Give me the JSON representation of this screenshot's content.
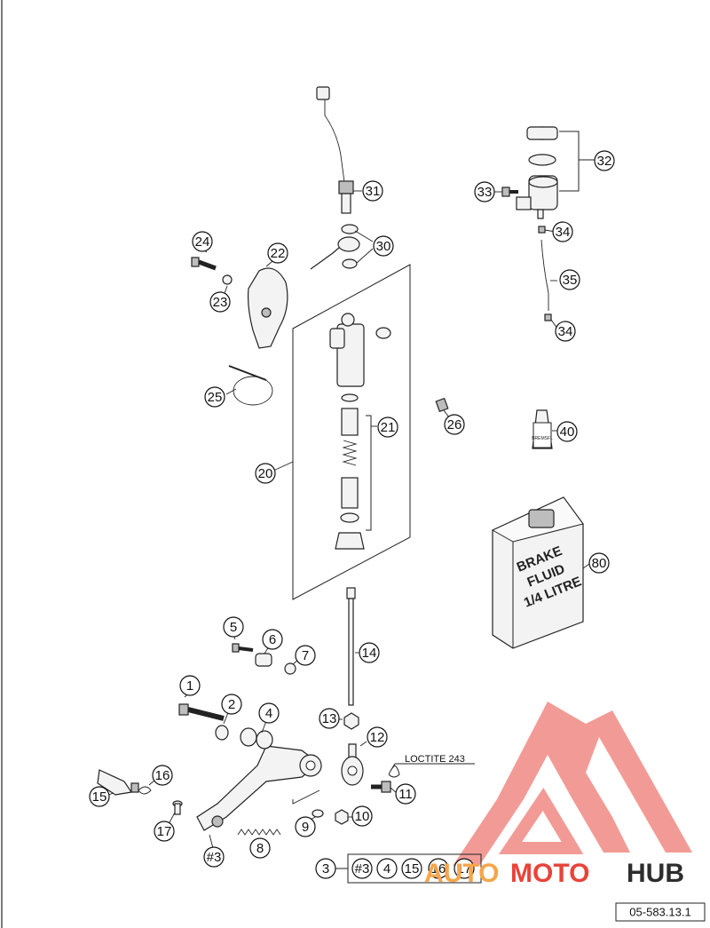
{
  "callouts": [
    "1",
    "2",
    "3",
    "4",
    "5",
    "6",
    "7",
    "8",
    "9",
    "10",
    "11",
    "12",
    "13",
    "14",
    "15",
    "16",
    "17",
    "20",
    "21",
    "22",
    "23",
    "24",
    "25",
    "26",
    "30",
    "31",
    "32",
    "33",
    "34",
    "34",
    "35",
    "40",
    "80",
    "#3"
  ],
  "kit": {
    "number": "3",
    "items": [
      "#3",
      "4",
      "15",
      "16",
      "17"
    ]
  },
  "note": "LOCTITE 243",
  "fluid_label": [
    "BRAKE",
    "FLUID",
    "1/4 LITRE"
  ],
  "bottle_label": "BREMSFL",
  "diagram_code": "05-583.13.1",
  "watermark": {
    "part1": "AUTO",
    "part2": "MOTO",
    "part3": "HUB"
  },
  "colors": {
    "watermark_red": "#e8433a",
    "watermark_orange": "#f6a54a",
    "watermark_dark": "#2d2d2d"
  }
}
